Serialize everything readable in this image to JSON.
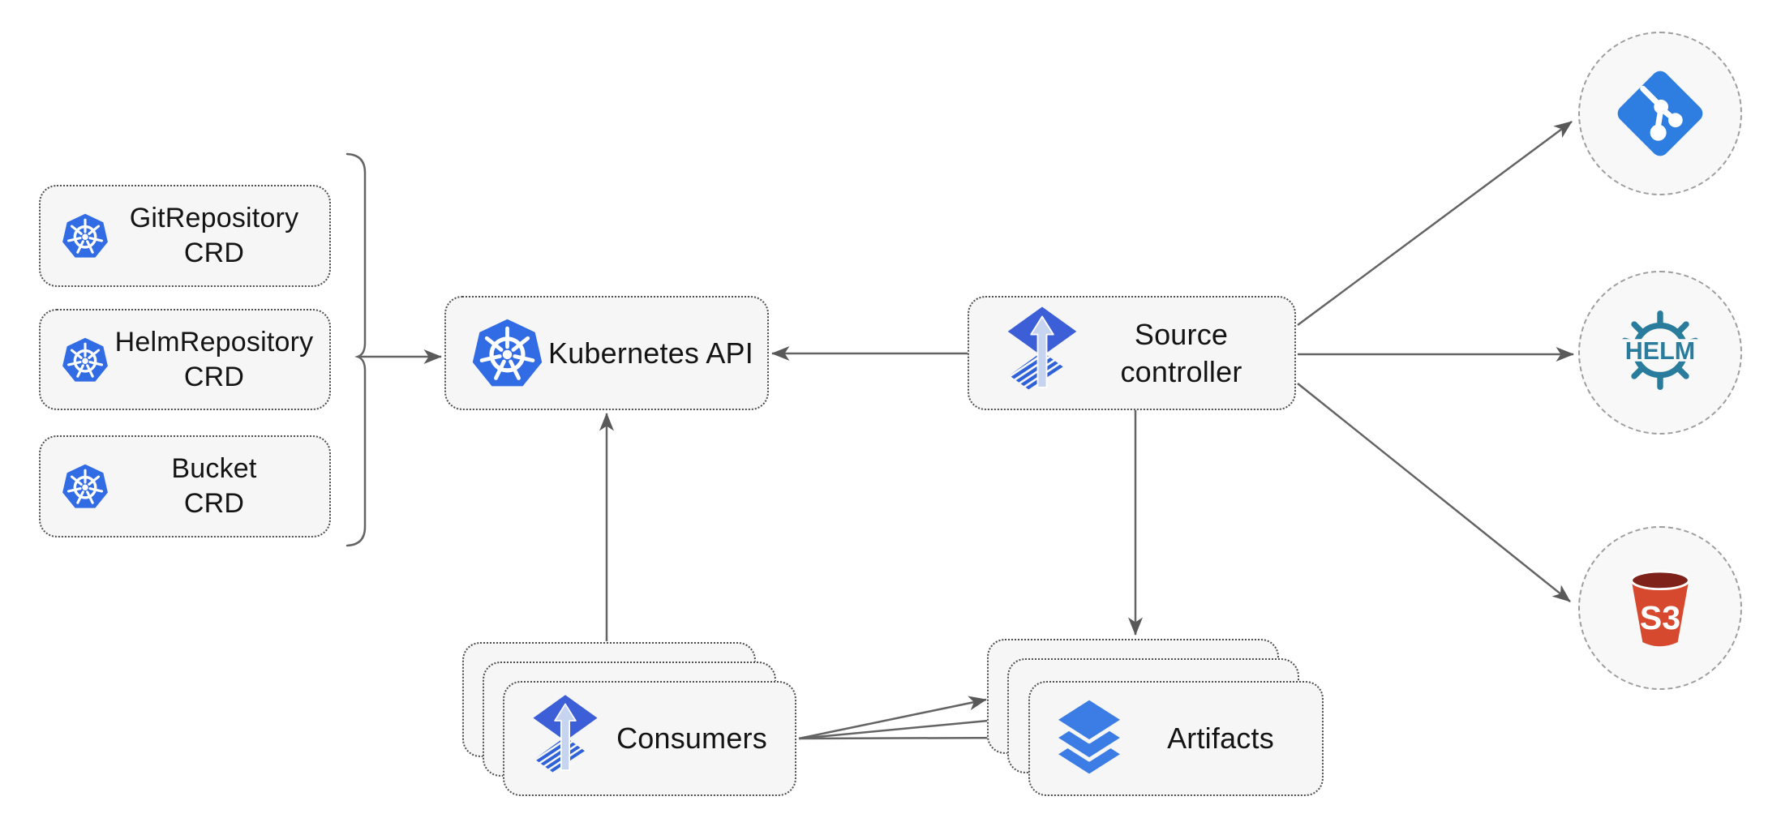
{
  "nodes": {
    "crds": [
      {
        "line1": "GitRepository",
        "line2": "CRD"
      },
      {
        "line1": "HelmRepository",
        "line2": "CRD"
      },
      {
        "line1": "Bucket",
        "line2": "CRD"
      }
    ],
    "kubernetes_api": {
      "label": "Kubernetes API"
    },
    "source_controller": {
      "line1": "Source",
      "line2": "controller"
    },
    "consumers": {
      "label": "Consumers"
    },
    "artifacts": {
      "label": "Artifacts"
    }
  },
  "sources": {
    "git": {
      "icon": "git-icon"
    },
    "helm": {
      "icon": "helm-icon",
      "label": "HELM"
    },
    "s3": {
      "icon": "s3-icon",
      "label": "S3"
    }
  },
  "icons": [
    "kubernetes-icon",
    "flux-icon",
    "layers-icon",
    "git-icon",
    "helm-icon",
    "s3-icon"
  ],
  "colors": {
    "kubernetes_blue": "#326ce5",
    "flux_blue": "#3c5fd8",
    "flux_stripe_blue": "#2f62d8",
    "flux_arrow_light": "#c7d4f0",
    "git_blue": "#2e7de0",
    "helm_teal": "#2a7c9d",
    "s3_red": "#d6492f",
    "s3_dark_red": "#7e221a",
    "layers_blue": "#3b7de4",
    "line_gray": "#646464",
    "box_fill": "#f6f6f7"
  }
}
